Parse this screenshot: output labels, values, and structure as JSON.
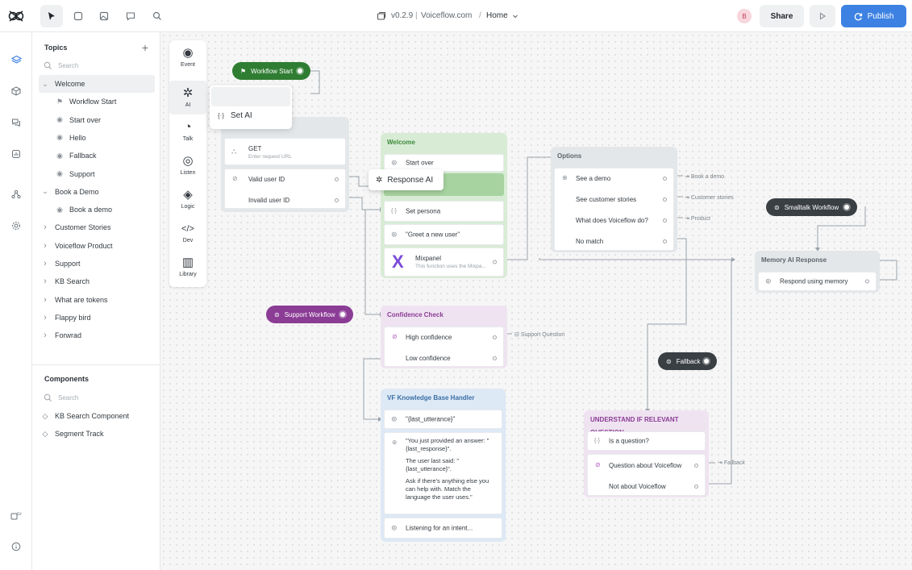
{
  "header": {
    "version": "v0.2.9",
    "project": "Voiceflow.com",
    "separator": "/",
    "page": "Home",
    "share": "Share",
    "publish": "Publish",
    "avatar": "B"
  },
  "sidebar": {
    "topics_title": "Topics",
    "search_placeholder": "Search",
    "topics": [
      {
        "label": "Welcome",
        "expanded": true,
        "selected": true
      },
      {
        "label": "Workflow Start",
        "sub": true
      },
      {
        "label": "Start over",
        "sub": true
      },
      {
        "label": "Hello",
        "sub": true
      },
      {
        "label": "Fallback",
        "sub": true
      },
      {
        "label": "Support",
        "sub": true
      },
      {
        "label": "Book a Demo",
        "expanded": true
      },
      {
        "label": "Book a demo",
        "sub": true
      },
      {
        "label": "Customer Stories"
      },
      {
        "label": "Voiceflow Product"
      },
      {
        "label": "Support"
      },
      {
        "label": "KB Search"
      },
      {
        "label": "What are tokens"
      },
      {
        "label": "Flappy bird"
      },
      {
        "label": "Forwrad"
      }
    ],
    "components_title": "Components",
    "components_search": "Search",
    "components": [
      "KB Search Component",
      "Segment Track"
    ]
  },
  "toolbar": {
    "items": [
      "Event",
      "AI",
      "Talk",
      "Listen",
      "Logic",
      "Dev",
      "Library"
    ]
  },
  "ai_menu": {
    "set_ai": "Set AI",
    "response_ai": "Response AI"
  },
  "canvas": {
    "workflow_start": "Workflow Start",
    "api_block": {
      "get": "GET",
      "get_sub": "Enter request URL",
      "valid": "Valid user ID",
      "invalid": "Invalid user ID"
    },
    "welcome": {
      "title": "Welcome",
      "steps": [
        "Start over",
        "Set persona",
        "\"Greet a new user\""
      ],
      "mixpanel": "Mixpanel",
      "mixpanel_sub": "This function uses the Mixpa..."
    },
    "options": {
      "title": "Options",
      "steps": [
        "See a demo",
        "See customer stories",
        "What does Voiceflow do?",
        "No match"
      ],
      "labels": [
        "Book a demo",
        "Customer stories",
        "Product"
      ]
    },
    "smalltalk": "Smalltalk Workflow",
    "memory": {
      "title": "Memory AI Response",
      "step": "Respond using memory"
    },
    "support_workflow": "Support Workflow",
    "confidence": {
      "title": "Confidence Check",
      "steps": [
        "High confidence",
        "Low confidence"
      ],
      "label": "Support Question"
    },
    "fallback_pill": "Fallback",
    "kb": {
      "title": "VF Knowledge Base Handler",
      "utter": "\"{last_utterance}\"",
      "p1a": "\"You just provided an answer: \"",
      "p1b": "{last_response}\".",
      "p2a": "The user last said: \"",
      "p2b": "{last_utterance}\".",
      "p3a": "Ask if there's anything else you",
      "p3b": "can help with. Match the",
      "p3c": "language the user uses.\"",
      "listen": "Listening for an intent..."
    },
    "understand": {
      "title": "UNDERSTAND IF RELEVANT QUESTION",
      "steps": [
        "Is a question?",
        "Question about Voiceflow",
        "Not about Voiceflow"
      ],
      "label": "Fallback"
    }
  },
  "colors": {
    "publish": "#3d82e2",
    "green_block": "#d8ecd5",
    "green_title": "#3e8a3a",
    "purple_block": "#efe3f1",
    "purple_title": "#8b3c95",
    "blue_block": "#dde9f5",
    "blue_title": "#3d6fa6",
    "gray_block": "#e4e7ea",
    "start_pill": "#2f7d32",
    "support_pill": "#8b3c95",
    "dark_pill": "#3a3f44"
  }
}
